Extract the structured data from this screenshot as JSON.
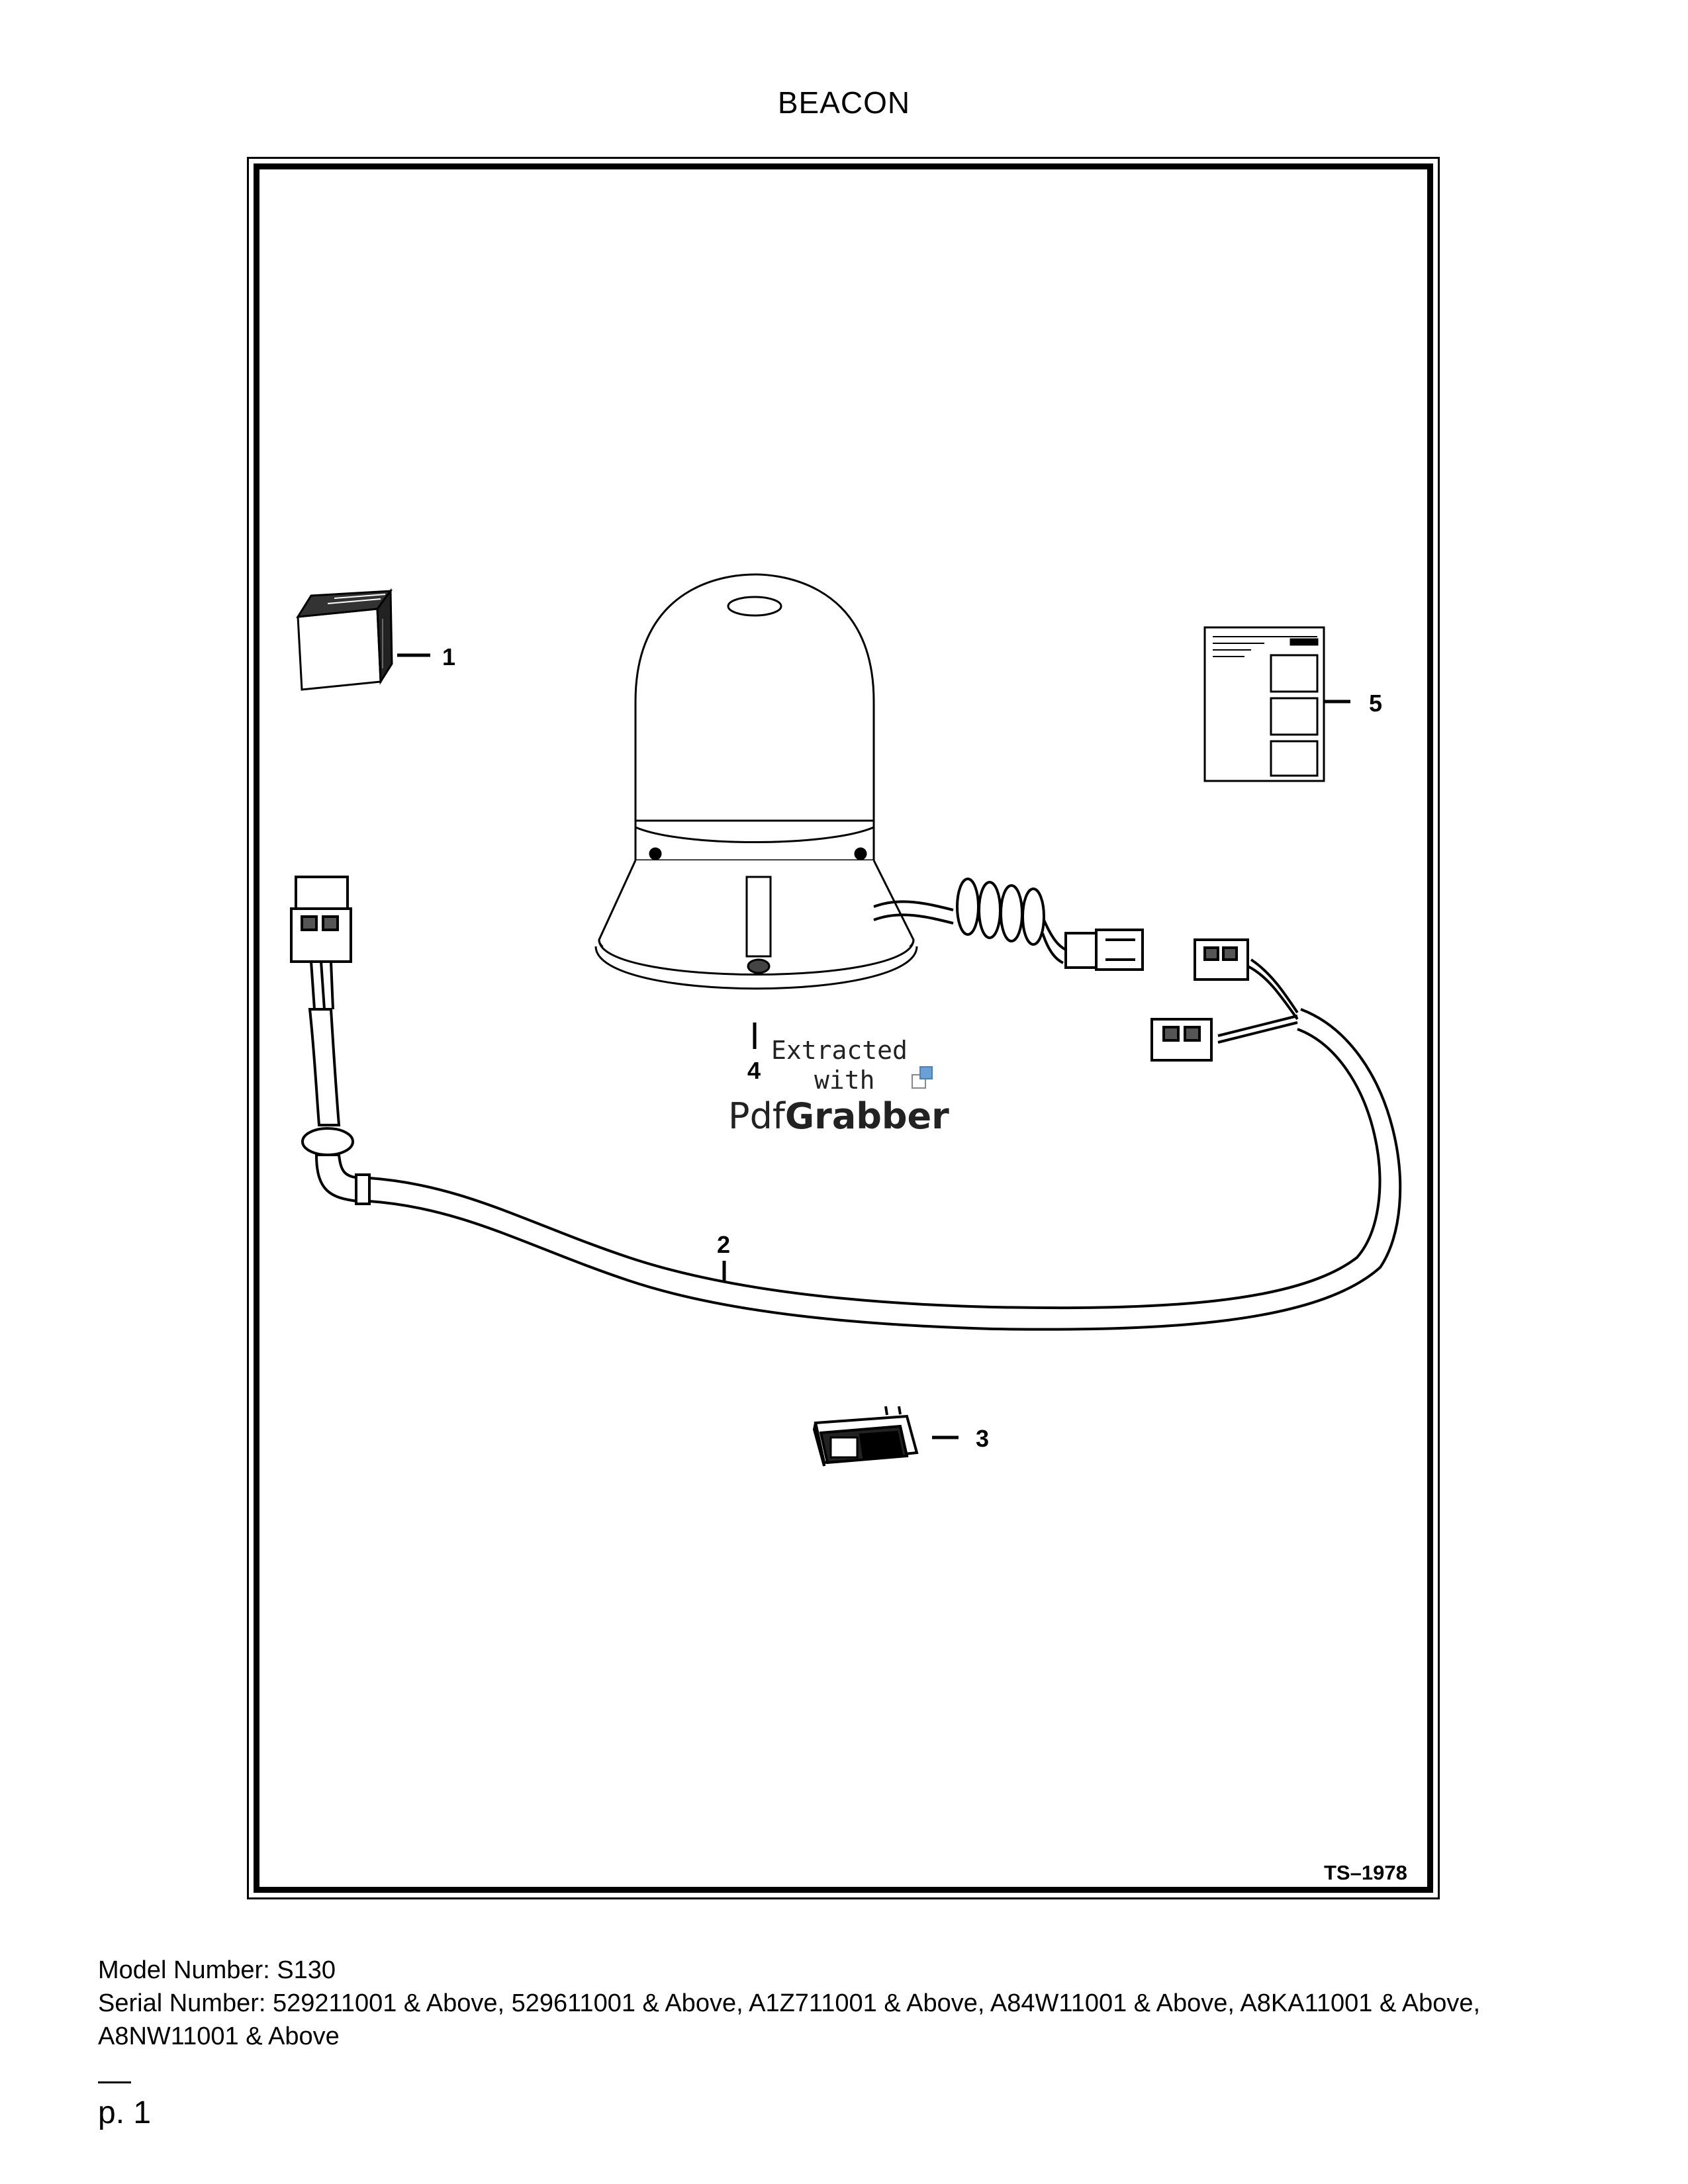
{
  "page": {
    "title": "BEACON",
    "figure_id": "TS–1978"
  },
  "callouts": [
    "1",
    "2",
    "3",
    "4",
    "5"
  ],
  "watermark": {
    "line1": "Extracted",
    "line2": "with",
    "brand_a": "Pdf",
    "brand_b": "Grabber"
  },
  "footer": {
    "model": "Model Number: S130",
    "serial": "Serial Number: 529211001 & Above, 529611001 & Above, A1Z711001 & Above, A84W11001 & Above, A8KA11001 & Above, A8NW11001 & Above",
    "page": "p. 1"
  },
  "icons": [
    "fuse-block-icon",
    "wiring-harness-icon",
    "rocker-switch-icon",
    "beacon-light-icon",
    "decal-sheet-icon"
  ]
}
